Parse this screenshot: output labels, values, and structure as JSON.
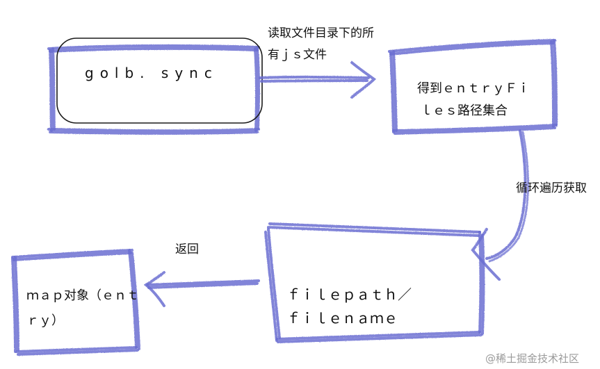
{
  "nodes": {
    "glob": {
      "label": "golb. sync"
    },
    "entry_files": {
      "line1": "得到ｅｎｔｒｙＦｉ",
      "line2": "ｌｅｓ路径集合"
    },
    "filepath": {
      "line1": "ｆｉｌｅｐａｔｈ／",
      "line2": "ｆｉｌｅｎａｍｅ"
    },
    "map": {
      "line1": "ｍａｐ对象（ｅｎｔ",
      "line2": "ｒｙ）"
    }
  },
  "edges": {
    "read_js": {
      "line1": "读取文件目录下的所",
      "line2": "有ｊｓ文件"
    },
    "loop": {
      "label": "循环遍历获取"
    },
    "return": {
      "label": "返回"
    }
  },
  "watermark": {
    "text": "@稀土掘金技术社区"
  },
  "colors": {
    "stroke": "#6b6fd1",
    "stroke_dark": "#4b4fb8",
    "outline": "#1a1a1a"
  }
}
